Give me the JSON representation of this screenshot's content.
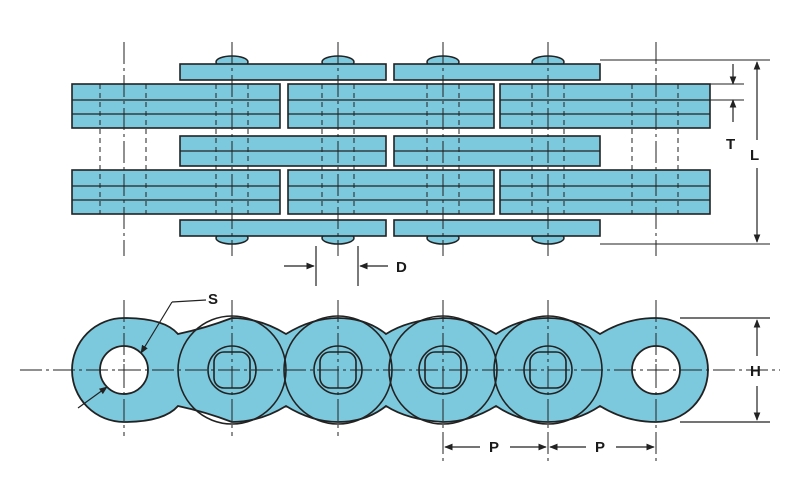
{
  "colors": {
    "plate_fill": "#7cc8dd",
    "outline": "#222222",
    "background": "#ffffff"
  },
  "labels": {
    "T": "T",
    "L": "L",
    "D": "D",
    "S": "S",
    "H": "H",
    "P1": "P",
    "P2": "P"
  }
}
